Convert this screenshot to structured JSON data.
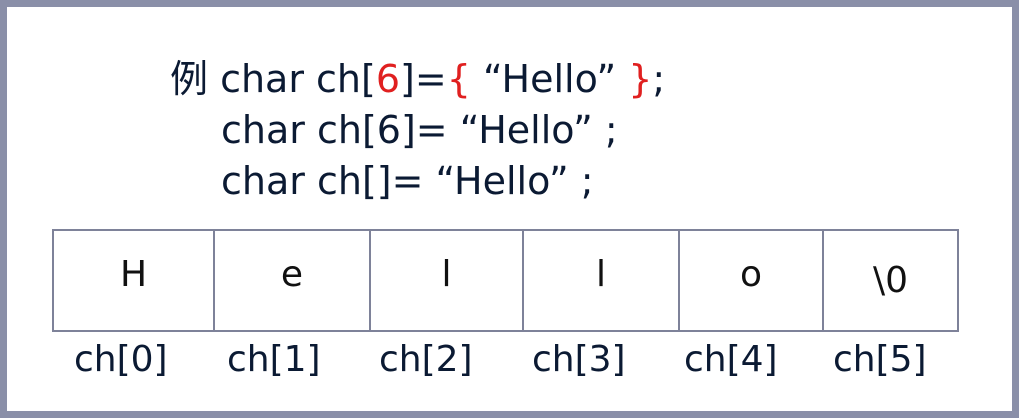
{
  "code": {
    "line1": {
      "prefix": "例 char ch[",
      "size": "6",
      "mid": "]=",
      "open_brace": "{",
      "literal": " “Hello” ",
      "close_brace": "}",
      "suffix": ";"
    },
    "line2": "char ch[6]= “Hello” ;",
    "line3": "char ch[]= “Hello” ;"
  },
  "cells": [
    {
      "value": "H",
      "index": "ch[0]"
    },
    {
      "value": "e",
      "index": "ch[1]"
    },
    {
      "value": "l",
      "index": "ch[2]"
    },
    {
      "value": "l",
      "index": "ch[3]"
    },
    {
      "value": "o",
      "index": "ch[4]"
    },
    {
      "value": "\\0",
      "index": "ch[5]"
    }
  ],
  "colors": {
    "text": "#0b1a33",
    "highlight": "#e02020",
    "border": "#7e8299",
    "frame": "#8a8fa8"
  }
}
